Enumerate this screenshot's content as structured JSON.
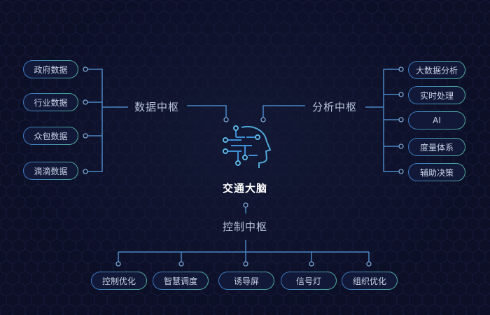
{
  "center": {
    "title": "交通大脑",
    "icon": "brain-circuit-head-icon"
  },
  "data_hub": {
    "label": "数据中枢",
    "items": [
      "政府数据",
      "行业数据",
      "众包数据",
      "滴滴数据"
    ]
  },
  "analysis_hub": {
    "label": "分析中枢",
    "items": [
      "大数据分析",
      "实时处理",
      "AI",
      "度量体系",
      "辅助决策"
    ]
  },
  "control_hub": {
    "label": "控制中枢",
    "items": [
      "控制优化",
      "智慧调度",
      "诱导屏",
      "信号灯",
      "组织优化"
    ]
  },
  "colors": {
    "background": "#0c0f26",
    "line": "#4a86c4",
    "line_green": "#4fae9c",
    "text": "#c7d3e6"
  }
}
